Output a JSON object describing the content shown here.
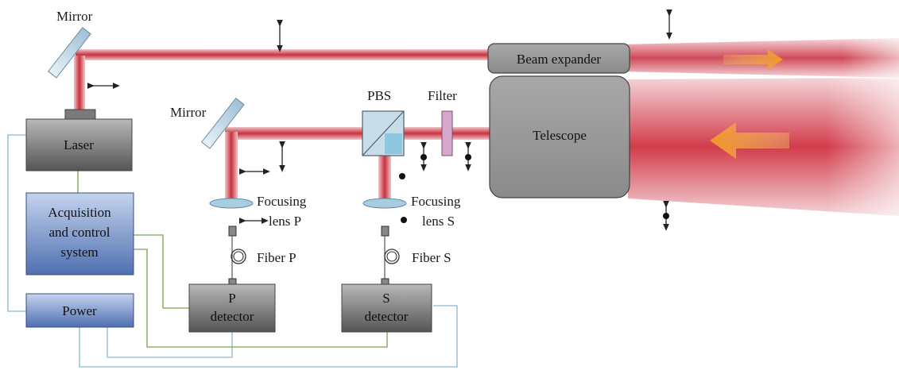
{
  "diagram": {
    "labels": {
      "mirror_top": "Mirror",
      "mirror_mid": "Mirror",
      "pbs": "PBS",
      "filter": "Filter",
      "focusing_p_1": "Focusing",
      "focusing_p_2": "lens P",
      "focusing_s_1": "Focusing",
      "focusing_s_2": "lens S",
      "fiber_p": "Fiber P",
      "fiber_s": "Fiber S"
    },
    "boxes": {
      "beam_expander": "Beam expander",
      "telescope": "Telescope",
      "laser": "Laser",
      "acq_1": "Acquisition",
      "acq_2": "and control",
      "acq_3": "system",
      "power": "Power",
      "p_det_1": "P",
      "p_det_2": "detector",
      "s_det_1": "S",
      "s_det_2": "detector"
    },
    "colors": {
      "beam": "#c8323f",
      "beam_glow": "#e8a0a6",
      "gray_box": "#7a7a7a",
      "blue_box": "#7d9bd0",
      "telescope": "#8c8c8c",
      "arrow": "#f0a030",
      "green_wire": "#8fb36a",
      "blue_wire": "#9fc4dc",
      "optic": "#a9cde0"
    }
  }
}
